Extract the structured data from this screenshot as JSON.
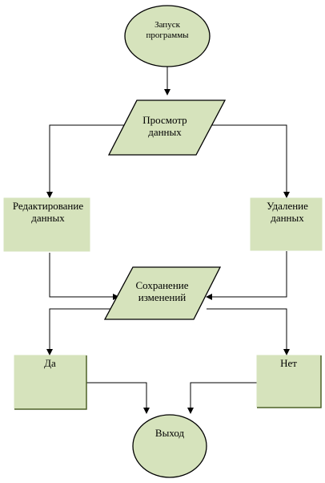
{
  "nodes": {
    "start": "Запуск программы",
    "view": "Просмотр данных",
    "edit": "Редактирование данных",
    "delete": "Удаление данных",
    "save": "Сохранение изменений",
    "yes": "Да",
    "no": "Нет",
    "exit": "Выход"
  }
}
